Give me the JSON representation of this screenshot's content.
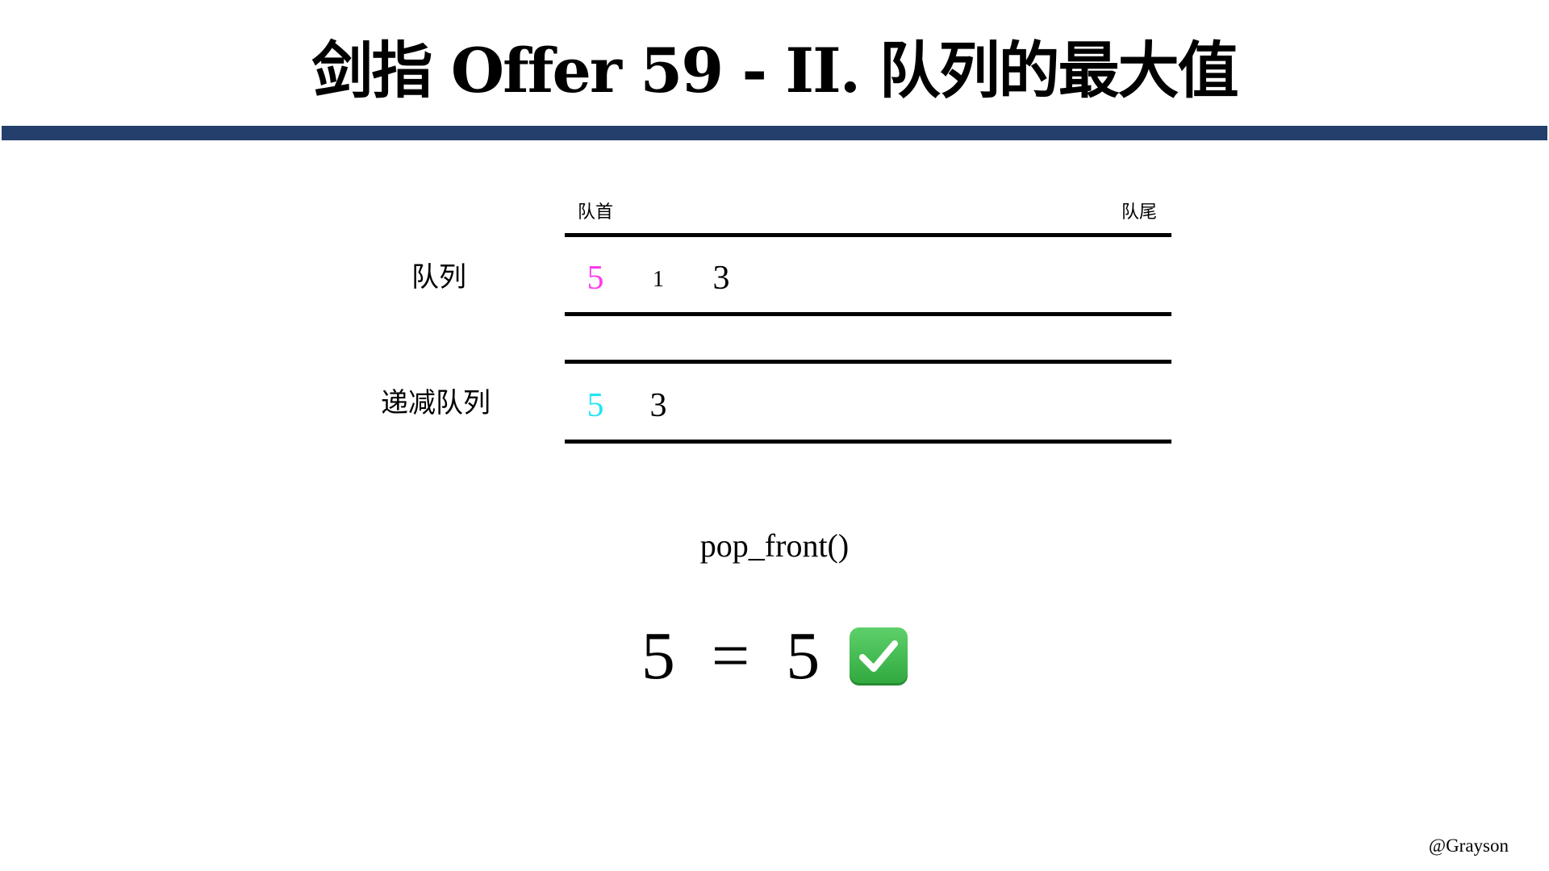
{
  "title": "剑指 Offer 59 - II. 队列的最大值",
  "queue": {
    "label": "队列",
    "front_label": "队首",
    "rear_label": "队尾",
    "items": [
      "5",
      "1",
      "3"
    ],
    "highlight_color": "#ff3cf0"
  },
  "deque": {
    "label": "递减队列",
    "items": [
      "5",
      "3"
    ],
    "highlight_color": "#22e5f5"
  },
  "operation": "pop_front()",
  "result": {
    "left": "5",
    "op": "=",
    "right": "5",
    "icon": "check-mark-button-icon"
  },
  "footer": "@Grayson",
  "colors": {
    "title_rule": "#243f6b"
  }
}
